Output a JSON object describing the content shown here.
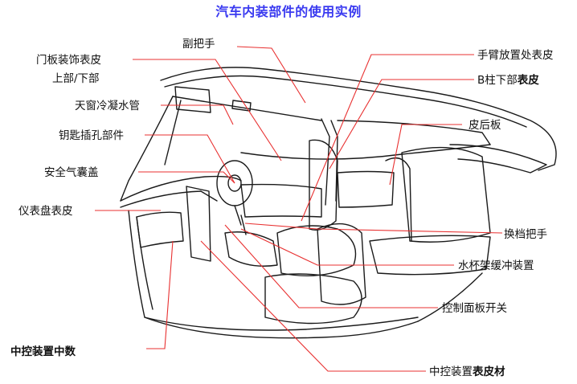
{
  "title": "汽车内装部件的使用实例",
  "colors": {
    "title": "#3a3af0",
    "leader_line": "#e83030",
    "drawing": "#1a1a1a"
  },
  "labels": {
    "assist_grip": "副把手",
    "door_trim_1": "门板装饰表皮",
    "door_trim_2": "上部/下部",
    "sunroof_drain": "天窗冷凝水管",
    "key_cylinder": "钥匙插孔部件",
    "airbag_cover": "安全气囊盖",
    "instrument_panel": "仪表盘表皮",
    "console_box": "中控装置中数",
    "armrest_skin": "手臂放置处表皮",
    "pillar_b_1": "B柱下部",
    "pillar_b_2": "表皮",
    "rear_shelf": "皮后板",
    "shift_knob": "换档把手",
    "cup_holder": "水杯架缓冲装置",
    "control_panel_switch": "控制面板开关",
    "console_skin_1": "中控装置",
    "console_skin_2": "表皮材"
  }
}
